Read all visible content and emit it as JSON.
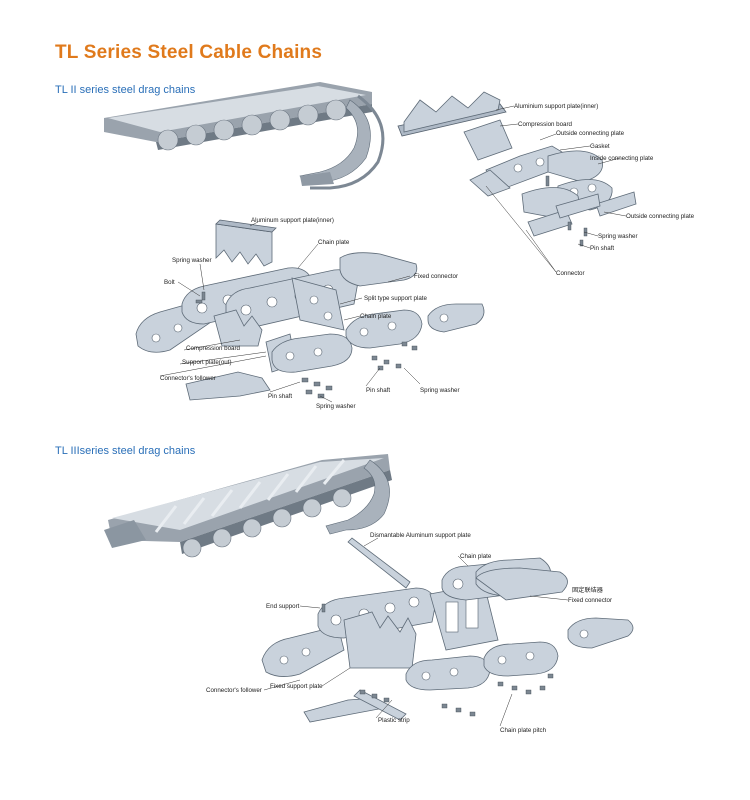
{
  "title": "TL Series Steel Cable Chains",
  "sections": {
    "tl2": {
      "heading": "TL  II series steel drag chains"
    },
    "tl3": {
      "heading": "TL IIIseries steel drag chains"
    }
  },
  "labels_top_right": {
    "aluminum_support_plate_inner": "Aluminium support plate(inner)",
    "compression_board": "Compression board",
    "outside_connecting_plate": "Outside connecting plate",
    "gasket": "Gasket",
    "inside_connecting_plate": "Inside connecting plate",
    "outside_connecting_plate_2": "Outside connecting plate",
    "spring_washer": "Spring washer",
    "pin_shaft": "Pin shaft",
    "connector": "Connector"
  },
  "labels_mid": {
    "aluminum_support_plate_inner": "Aluminum support plate(inner)",
    "chain_plate": "Chain plate",
    "spring_washer": "Spring washer",
    "fixed_connector": "Fixed connector",
    "bolt": "Bolt",
    "split_type_support_plate": "Split type support plate",
    "chain_plate_2": "Chain plate",
    "compression board": "Compression board",
    "support_plate_out": "Support plate(out)",
    "connectors_follower": "Connector's follower",
    "pin_shaft": "Pin shaft",
    "pin_shaft_2": "Pin shaft",
    "spring_washer_2": "Spring washer",
    "spring_washer_3": "Spring washer"
  },
  "labels_bottom": {
    "dismantable_support_plate": "Dismantable Aluminum support plate",
    "chain_plate": "Chain plate",
    "fixed_connector_cn": "固定联结器",
    "fixed_connector": "Fixed connector",
    "end_support": "End support",
    "connectors_follower": "Connector's follower",
    "fixed_support_plate": "Fixed support plate",
    "plastic_strip": "Plastic strip",
    "chain_plate_pitch": "Chain plate pitch"
  }
}
